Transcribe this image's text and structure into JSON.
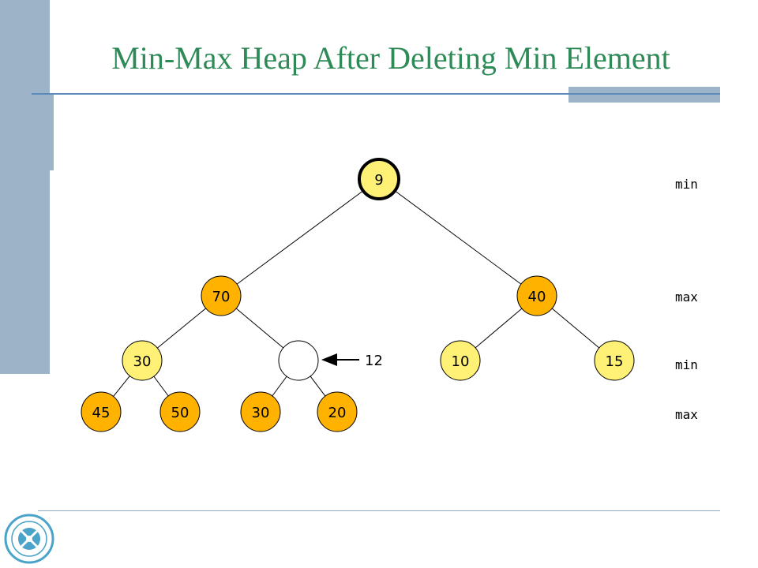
{
  "slide": {
    "title": "Min-Max Heap After Deleting Min Element"
  },
  "levels": [
    "min",
    "max",
    "min",
    "max"
  ],
  "tree": {
    "nodes": [
      {
        "id": "n0",
        "value": "9",
        "color": "#fff176",
        "highlight": true
      },
      {
        "id": "n1",
        "value": "70",
        "color": "#ffb300"
      },
      {
        "id": "n2",
        "value": "40",
        "color": "#ffb300"
      },
      {
        "id": "n3",
        "value": "30",
        "color": "#fff176"
      },
      {
        "id": "n4",
        "value": "",
        "color": "#ffffff"
      },
      {
        "id": "n5",
        "value": "10",
        "color": "#fff176"
      },
      {
        "id": "n6",
        "value": "15",
        "color": "#fff176"
      },
      {
        "id": "n7",
        "value": "45",
        "color": "#ffb300"
      },
      {
        "id": "n8",
        "value": "50",
        "color": "#ffb300"
      },
      {
        "id": "n9",
        "value": "30",
        "color": "#ffb300"
      },
      {
        "id": "n10",
        "value": "20",
        "color": "#ffb300"
      }
    ],
    "edges": [
      [
        "n0",
        "n1"
      ],
      [
        "n0",
        "n2"
      ],
      [
        "n1",
        "n3"
      ],
      [
        "n1",
        "n4"
      ],
      [
        "n2",
        "n5"
      ],
      [
        "n2",
        "n6"
      ],
      [
        "n3",
        "n7"
      ],
      [
        "n3",
        "n8"
      ],
      [
        "n4",
        "n9"
      ],
      [
        "n4",
        "n10"
      ]
    ]
  },
  "insert_pointer": {
    "label": "12",
    "target": "n4"
  },
  "colors": {
    "min_level_fill": "#fff176",
    "max_level_fill": "#ffb300",
    "title": "#2e8b57",
    "accent": "#9db4c8"
  }
}
